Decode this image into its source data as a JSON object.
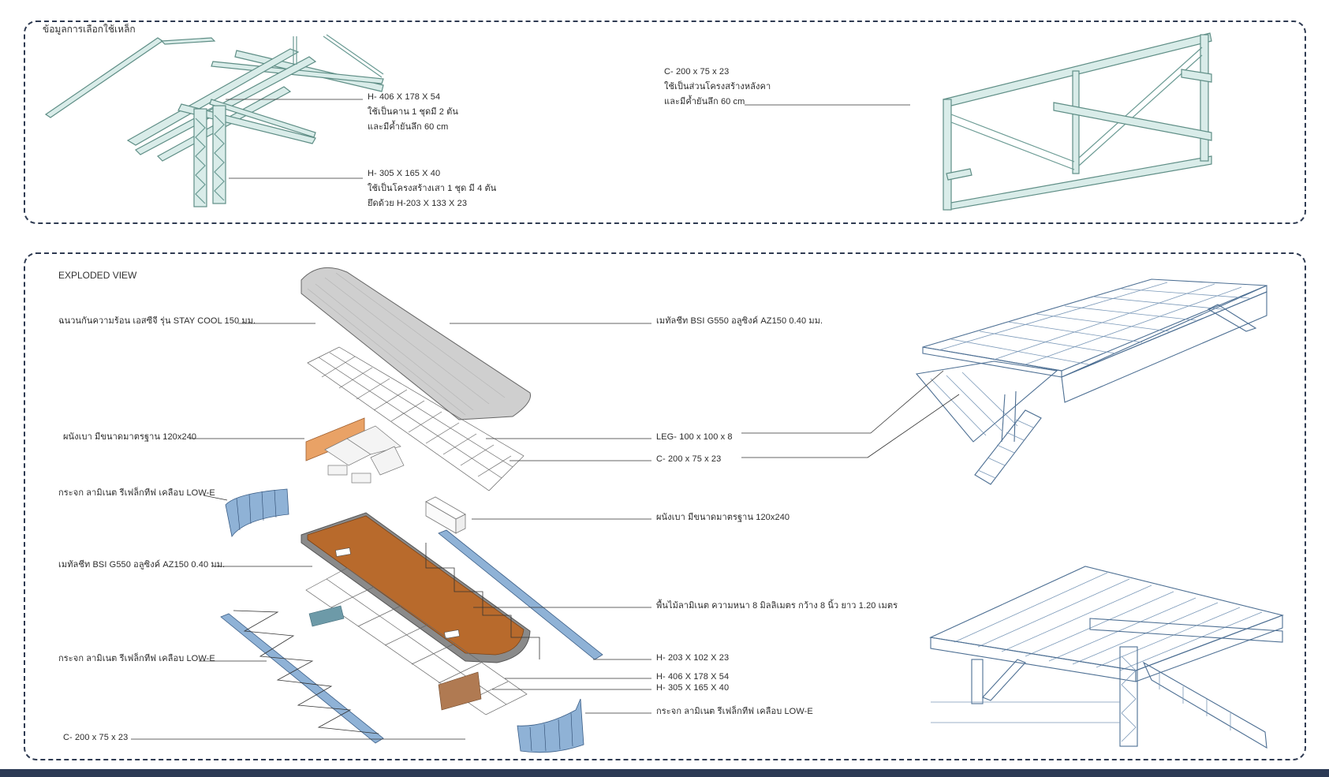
{
  "top_panel": {
    "title": "ข้อมูลการเลือกใช้เหล็ก",
    "labels": [
      {
        "lines": [
          "H- 406 X 178 X 54",
          "ใช้เป็นคาน 1 ชุดมี 2 ตัน",
          "และมีค้ำยันลึก 60 cm"
        ]
      },
      {
        "lines": [
          "H- 305 X 165 X 40",
          "ใช้เป็นโครงสร้างเสา 1 ชุด มี 4 ตัน",
          "ยึดด้วย H-203 X 133 X 23"
        ]
      },
      {
        "lines": [
          "C- 200 x 75 x 23",
          "ใช้เป็นส่วนโครงสร้างหลังคา",
          "และมีค้ำยันลึก 60 cm"
        ]
      }
    ]
  },
  "bottom_panel": {
    "title": "EXPLODED VIEW",
    "left_labels": [
      "ฉนวนกันความร้อน เอสซีจี รุ่น STAY COOL 150 มม.",
      "ผนังเบา มีขนาดมาตรฐาน 120x240",
      "กระจก ลามิเนต รีเฟล็กทีฟ เคลือบ LOW-E",
      "เมทัลชีท BSI G550 อลูซิงค์ AZ150 0.40 มม.",
      "กระจก ลามิเนต รีเฟล็กทีฟ เคลือบ LOW-E",
      "C- 200 x 75 x 23"
    ],
    "right_labels": [
      "เมทัลชีท BSI G550 อลูซิงค์ AZ150 0.40 มม.",
      "LEG- 100 x 100 x 8",
      "C- 200 x 75 x 23",
      "ผนังเบา มีขนาดมาตรฐาน 120x240",
      "พื้นไม้ลามิเนต ความหนา 8 มิลลิเมตร กว้าง 8 นิ้ว ยาว 1.20 เมตร",
      "H- 203 X 102 X 23",
      "H- 406 X 178 X 54",
      "H- 305 X 165 X 40",
      "กระจก ลามิเนต รีเฟล็กทีฟ เคลือบ LOW-E"
    ]
  },
  "colors": {
    "frame": "#2f3b52",
    "steel_green": "#5f8e86",
    "steel_blue": "#4d6f93",
    "floor_wood": "#b86a2c",
    "glass_blue": "#8fb2d6",
    "footer_bar": "#2c3a55"
  }
}
